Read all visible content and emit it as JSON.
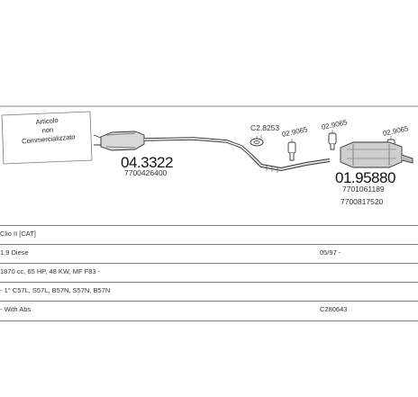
{
  "note": {
    "lines": [
      "Articolo",
      "non",
      "Commercializzato"
    ]
  },
  "parts": [
    {
      "code": "04.3322",
      "ref": "7700426400"
    },
    {
      "code": "C2.8253"
    },
    {
      "code": "02.9065"
    },
    {
      "code": "02.9065"
    },
    {
      "code": "02.9065"
    },
    {
      "code": "01.95880",
      "refs": [
        "7701061189",
        "7700817520"
      ]
    }
  ],
  "table": {
    "rows": [
      {
        "left": "Clio II [CAT]",
        "right": ""
      },
      {
        "left": "1.9 Diese",
        "right": "05/97 -"
      },
      {
        "left": "1870 cc, 65 HP, 48 KW, MF F83 -",
        "right": ""
      },
      {
        "left": "- 1° C57L, S57L, B57N, S57N, B57N",
        "right": ""
      },
      {
        "left": "- With Abs",
        "right": "C280643"
      }
    ]
  }
}
